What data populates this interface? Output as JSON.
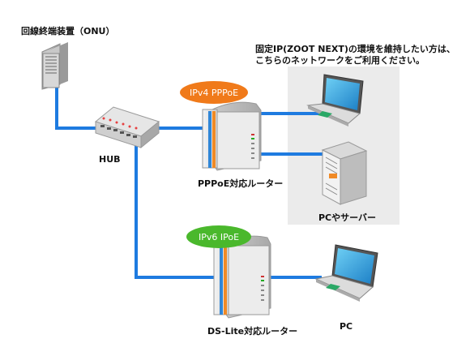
{
  "labels": {
    "onu": "回線終端装置（ONU）",
    "hub": "HUB",
    "pppoe_router": "PPPoE対応ルーター",
    "pc_server": "PCやサーバー",
    "dslite_router": "DS-Lite対応ルーター",
    "pc": "PC"
  },
  "badges": {
    "ipv4": "IPv4 PPPoE",
    "ipv6": "IPv6 IPoE"
  },
  "note": {
    "line1": "固定IP(ZOOT NEXT)の環境を維持したい方は、",
    "line2": "こちらのネットワークをご利用ください。"
  },
  "colors": {
    "cable": "#1e7be0",
    "ipv4_badge": "#f07a1a",
    "ipv6_badge": "#4ab82c",
    "highlight_area": "#ebebeb"
  },
  "icons": [
    "onu-device-icon",
    "hub-icon",
    "router-icon",
    "laptop-icon",
    "server-icon"
  ]
}
